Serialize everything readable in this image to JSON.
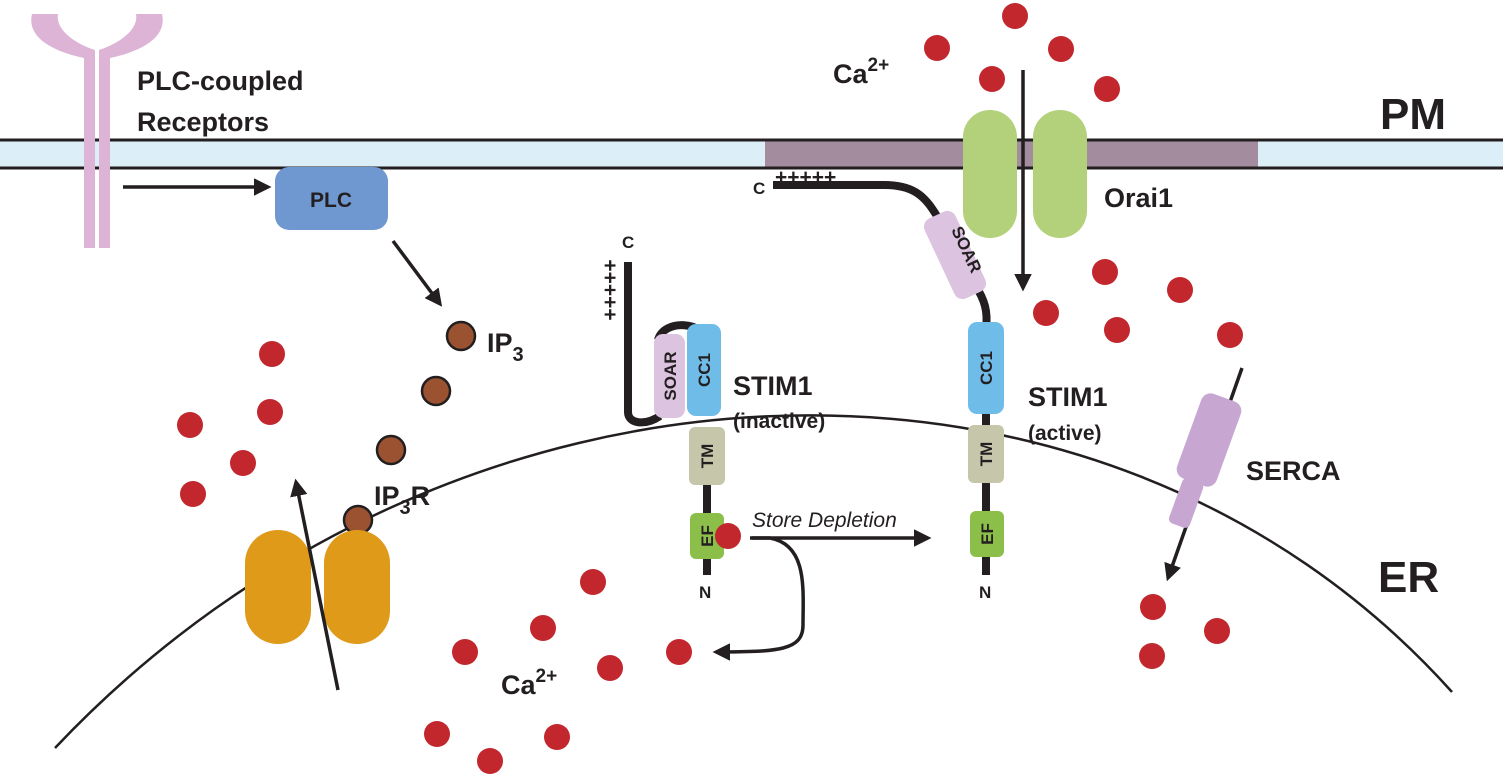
{
  "labels": {
    "plc_receptors_line1": "PLC-coupled",
    "plc_receptors_line2": "Receptors",
    "plc": "PLC",
    "ip3_base": "IP",
    "ip3_sub": "3",
    "ip3r_base": "IP",
    "ip3r_sub": "3",
    "ip3r_suffix": "R",
    "pm": "PM",
    "er": "ER",
    "orai1": "Orai1",
    "ca_top_base": "Ca",
    "ca_top_sup": "2+",
    "ca_er_base": "Ca",
    "ca_er_sup": "2+",
    "store_depletion": "Store Depletion",
    "serca": "SERCA",
    "stim1_inactive_name": "STIM1",
    "stim1_inactive_state": "(inactive)",
    "stim1_active_name": "STIM1",
    "stim1_active_state": "(active)",
    "c_inactive": "C",
    "c_active": "C",
    "n_inactive": "N",
    "n_active": "N",
    "plus_inactive": "+++++",
    "plus_active": "+++++",
    "soar": "SOAR",
    "cc1": "CC1",
    "tm": "TM",
    "ef": "EF"
  },
  "colors": {
    "membrane_fill": "#dceef8",
    "pm_junction": "#a28c9e",
    "receptor": "#ddb3d6",
    "plc_box": "#7098d0",
    "ip3": "#9a5230",
    "calcium": "#c1272d",
    "ip3r_channel": "#df9a1a",
    "orai1": "#b3d07a",
    "soar": "#dcc3e0",
    "cc1": "#6fbce8",
    "tm": "#c6c6ab",
    "ef": "#8cbf4a",
    "serca": "#c7a6d2",
    "ink": "#231f20"
  }
}
